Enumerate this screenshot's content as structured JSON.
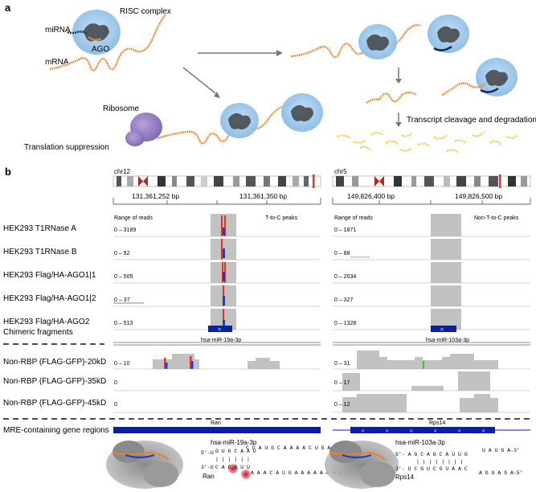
{
  "panel_a": {
    "letter": "a",
    "risc_label": "RISC complex",
    "mirna_label": "miRNA",
    "ago_label": "AGO",
    "mrna_label": "mRNA",
    "ribosome_label": "Ribosome",
    "translation_label": "Translation suppression",
    "cleavage_label": "Transcript cleavage and degradation"
  },
  "panel_b": {
    "letter": "b",
    "left": {
      "chrom": "chr12",
      "coord1": "131,361,252 bp",
      "coord2": "131,361,350 bp",
      "range_header": "Range of reads",
      "peaks_header": "T-to-C peaks",
      "mirna": "hsa-miR-19a-3p",
      "gene": "Ran",
      "ranges": [
        "0 – 3189",
        "0 – 92",
        "0 – 505",
        "0 – 37",
        "0 – 513"
      ],
      "nonrbp_ranges": [
        "0 – 10",
        "0",
        "0"
      ]
    },
    "right": {
      "chrom": "chr5",
      "coord1": "149,826,400 bp",
      "coord2": "149,826,500 bp",
      "range_header": "Range of reads",
      "peaks_header": "Non-T-to-C peaks",
      "mirna": "hsa-miR-103a-3p",
      "gene": "Rps14",
      "ranges": [
        "0 – 1871",
        "0 – 88",
        "0 – 2034",
        "0 – 327",
        "0 – 1328"
      ],
      "nonrbp_ranges": [
        "0 – 31",
        "0 – 17",
        "0 – 12"
      ]
    },
    "track_labels": [
      "HEK293 T1RNase A",
      "HEK293 T1RNase B",
      "HEK293 Flag/HA-AGO1|1",
      "HEK293 Flag/HA-AGO1|2",
      "HEK293 Flag/HA-AGO2"
    ],
    "chimeric_label": "Chimeric fragments",
    "nonrbp_labels": [
      "Non-RBP (FLAG-GFP)-20kD",
      "Non-RBP (FLAG-GFP)-35kD",
      "Non-RBP (FLAG-GFP)-45kD"
    ],
    "mre_label": "MRE-containing gene regions",
    "left_pair": {
      "mirna": "hsa-miR-19a-3p",
      "top_5": "5'-U",
      "top_seq": "G U G C A A U",
      "top_tail": "C U A U G C A A A A C U G A-3'",
      "bot_3": "3'-U",
      "bot_seq": "C A C G U U",
      "bot_tail": "A A A C A U U A A A A A A A U-5'",
      "gene": "Ran"
    },
    "right_pair": {
      "mirna": "hsa-miR-103a-3p",
      "top": "5'- A G C A G C A U U G",
      "top_tail": "U A U G A-3'",
      "bot": "3'- U C G U C G U A A C",
      "bot_tail": "A G U A G A-5'",
      "gene": "Rps14"
    }
  },
  "colors": {
    "ago": "#8fc1e8",
    "mrna": "#e8832a",
    "mirna": "#1a2a4a",
    "track": "#c2c2c2",
    "peak_red": "#e63329",
    "peak_blue": "#1b3ccf",
    "gene_bar": "#0a1fa8"
  }
}
